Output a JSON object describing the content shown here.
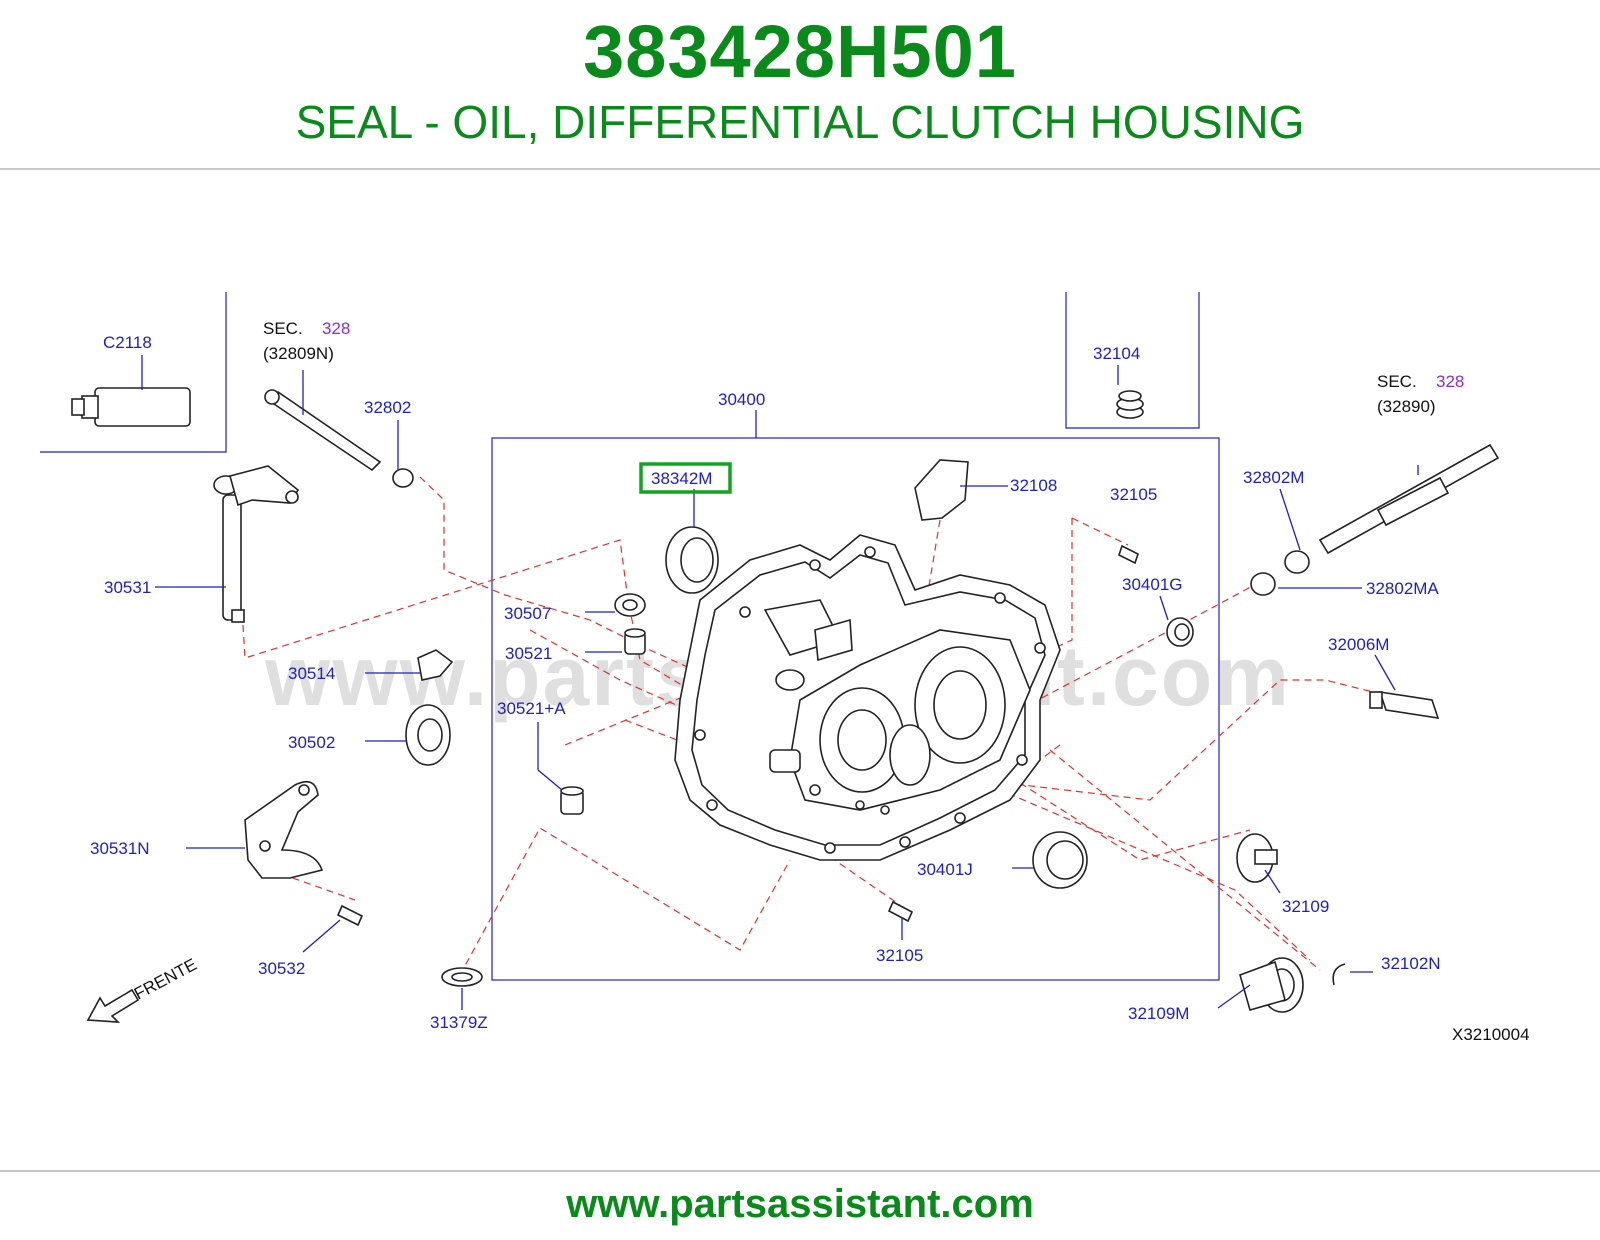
{
  "header": {
    "part_number": "383428H501",
    "description": "SEAL - OIL, DIFFERENTIAL CLUTCH HOUSING"
  },
  "footer": {
    "url": "www.partsassistant.com"
  },
  "watermark": "www.partsassistant.com",
  "colors": {
    "title_green": "#0b8a1c",
    "label_blue": "#1e1ec8",
    "section_purple": "#8a2be2",
    "dash_red": "#e0302c",
    "highlight_green": "#11a51f"
  },
  "diagram": {
    "diagram_code": "X3210004",
    "frente": "FRENTE",
    "sec_left": {
      "prefix": "SEC.",
      "number": "328",
      "ref": "(32809N)"
    },
    "sec_right": {
      "prefix": "SEC.",
      "number": "328",
      "ref": "(32890)"
    },
    "labels": {
      "c2118": "C2118",
      "p32802": "32802",
      "p30400": "30400",
      "p32104": "32104",
      "p38342m": "38342M",
      "p32108": "32108",
      "p32105_top": "32105",
      "p32802m": "32802M",
      "p30531": "30531",
      "p30507": "30507",
      "p30401g": "30401G",
      "p32802ma": "32802MA",
      "p30521": "30521",
      "p32006m": "32006M",
      "p30514": "30514",
      "p30521a": "30521+A",
      "p30502": "30502",
      "p30531n": "30531N",
      "p30401j": "30401J",
      "p32109": "32109",
      "p32105_bottom": "32105",
      "p30532": "30532",
      "p32102n": "32102N",
      "p31379z": "31379Z",
      "p32109m": "32109M"
    },
    "highlighted_part": "38342M"
  }
}
